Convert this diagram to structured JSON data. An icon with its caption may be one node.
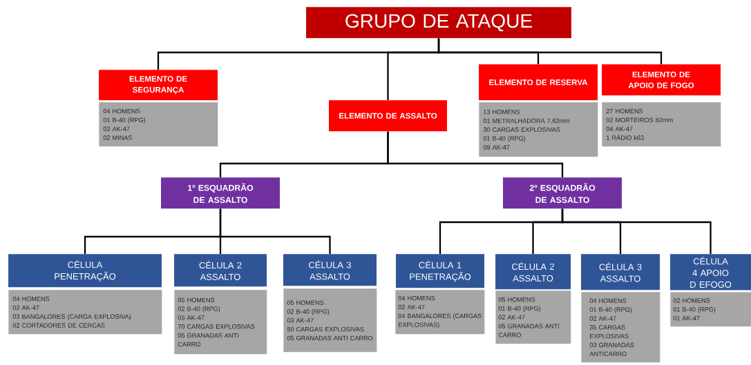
{
  "diagram": {
    "nodes": [
      {
        "text": [
          "GRUPO DE ATAQUE"
        ]
      },
      {
        "text": [
          "ELEMENTO DE SEGURANÇA"
        ]
      },
      {
        "text": [
          "04 HOMENS",
          "01 B-40 (RPG)",
          "02 AK-47",
          "02 MINAS"
        ]
      },
      {
        "text": [
          "ELEMENTO DE ASSALTO"
        ]
      },
      {
        "text": [
          "ELEMENTO DE RESERVA"
        ]
      },
      {
        "text": [
          "13 HOMENS",
          "01 METRALHADORA 7,62mm",
          "30 CARGAS EXPLOSIVAS",
          "01 B-40 (RPG)",
          "09 AK-47"
        ]
      },
      {
        "text": [
          "ELEMENTO DE APOIO DE FOGO"
        ]
      },
      {
        "text": [
          "27 HOMENS",
          "02 MORTEIROS 82mm",
          "04 AK-47",
          "1 RÁDIO k63"
        ]
      },
      {
        "text": [
          "1º ESQUADRÃO DE ASSALTO"
        ]
      },
      {
        "text": [
          "2º ESQUADRÃO DE ASSALTO"
        ]
      },
      {
        "text": [
          "CÉLULA PENETRAÇÃO"
        ]
      },
      {
        "text": [
          "04 HOMENS",
          "02 AK-47",
          "03 BANGALORES (CARGA EXPLOSIVA)",
          "02 CORTADORES DE CERCAS"
        ]
      },
      {
        "text": [
          "CÉLULA 2 ASSALTO"
        ]
      },
      {
        "text": [
          "05 HOMENS",
          "02 B-40 (RPG)",
          "03 AK-47",
          "70 CARGAS EXPLOSIVAS",
          "05 GRANADAS ANTI CARRO"
        ]
      },
      {
        "text": [
          "CÉLULA 3 ASSALTO"
        ]
      },
      {
        "text": [
          "05 HOMENS",
          "02 B-40 (RPG)",
          "03 AK-47",
          "50 CARGAS EXPLOSIVAS",
          "05 GRANADAS ANTI CARRO"
        ]
      },
      {
        "text": [
          "CÉLULA 1 PENETRAÇÃO"
        ]
      },
      {
        "text": [
          "04 HOMENS",
          "02 AK-47",
          "04 BANGALORES (CARGAS EXPLOSIVAS)"
        ]
      },
      {
        "text": [
          "CÉLULA 2 ASSALTO"
        ]
      },
      {
        "text": [
          "05 HOMENS",
          "01 B-40 (RPG)",
          "02 AK-47",
          "05 GRANADAS ANTI CARRO"
        ]
      },
      {
        "text": [
          "CÉLULA 3 ASSALTO"
        ]
      },
      {
        "text": [
          "04 HOMENS",
          "01 B-40 (RPG)",
          "02 AK-47",
          "35 CARGAS EXPLOSIVAS",
          "03 GRANADAS ANTICARRO"
        ]
      },
      {
        "text": [
          "CÉLULA 4 APOIO D EFOGO"
        ]
      },
      {
        "text": [
          "02 HOMENS",
          "01 B-40 (RPG)",
          "01 AK-47"
        ]
      }
    ],
    "edges": [
      {
        "from": 0,
        "to": 1,
        "arrow": "none"
      },
      {
        "from": 0,
        "to": 3,
        "arrow": "none"
      },
      {
        "from": 0,
        "to": 4,
        "arrow": "none"
      },
      {
        "from": 0,
        "to": 6,
        "arrow": "none"
      },
      {
        "from": 3,
        "to": 8,
        "arrow": "none"
      },
      {
        "from": 3,
        "to": 9,
        "arrow": "none"
      },
      {
        "from": 8,
        "to": 10,
        "arrow": "none"
      },
      {
        "from": 8,
        "to": 12,
        "arrow": "none"
      },
      {
        "from": 8,
        "to": 14,
        "arrow": "none"
      },
      {
        "from": 9,
        "to": 16,
        "arrow": "none"
      },
      {
        "from": 9,
        "to": 18,
        "arrow": "none"
      },
      {
        "from": 9,
        "to": 20,
        "arrow": "none"
      },
      {
        "from": 9,
        "to": 22,
        "arrow": "none"
      }
    ]
  }
}
